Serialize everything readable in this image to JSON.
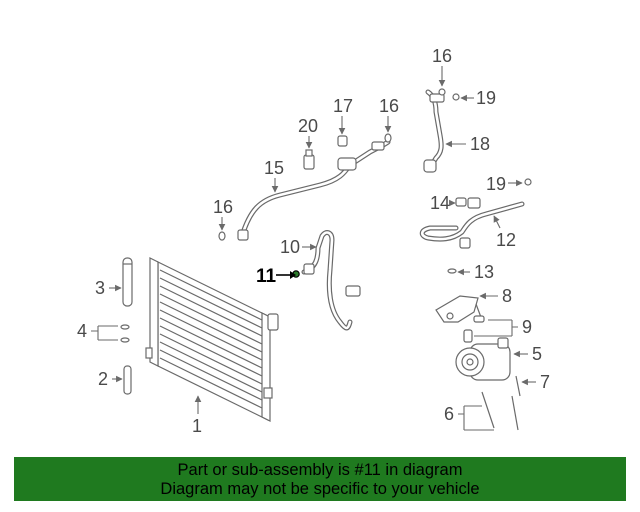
{
  "diagram": {
    "callouts": [
      "1",
      "2",
      "3",
      "4",
      "5",
      "6",
      "7",
      "8",
      "9",
      "10",
      "11",
      "12",
      "13",
      "14",
      "15",
      "16",
      "16",
      "16",
      "17",
      "18",
      "19",
      "19",
      "20"
    ],
    "highlighted": "11"
  },
  "banner": {
    "line1": "Part or sub-assembly is #11 in diagram",
    "line2": "Diagram may not be specific to your vehicle",
    "color": "#1f7a1f"
  }
}
